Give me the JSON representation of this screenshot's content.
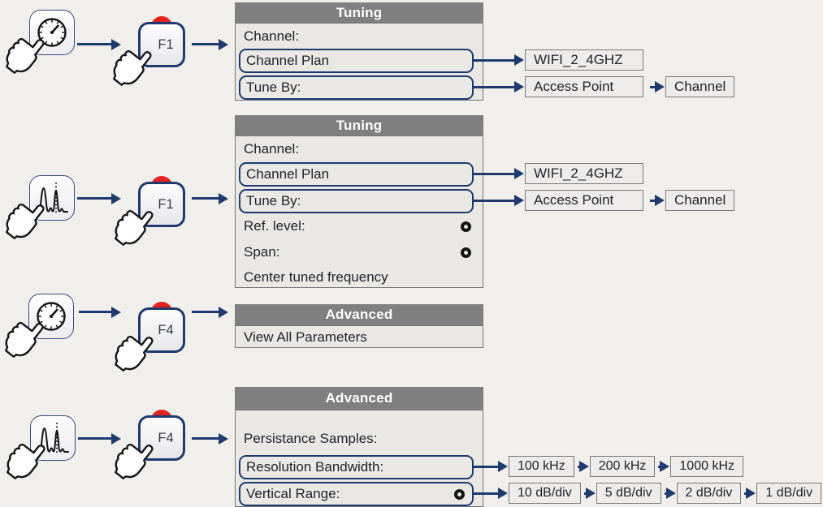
{
  "colors": {
    "accent_navy": "#1e3a6e",
    "key_indicator_red": "#e42320",
    "menu_header_gray": "#7f7f7f",
    "menu_body_gray": "#e9e8e5"
  },
  "flows": [
    {
      "device_icon": "gauge-icon",
      "key_label": "F1",
      "menu": {
        "title": "Tuning",
        "items": [
          "Channel:",
          "Channel Plan",
          "Tune By:"
        ]
      },
      "values": {
        "channel_plan": "WIFI_2_4GHZ",
        "tune_by": "Access Point",
        "tune_by_next": "Channel"
      }
    },
    {
      "device_icon": "spectrum-icon",
      "key_label": "F1",
      "menu": {
        "title": "Tuning",
        "items": [
          "Channel:",
          "Channel Plan",
          "Tune By:",
          "Ref. level:",
          "Span:",
          "Center tuned frequency"
        ]
      },
      "values": {
        "channel_plan": "WIFI_2_4GHZ",
        "tune_by": "Access Point",
        "tune_by_next": "Channel"
      }
    },
    {
      "device_icon": "gauge-icon",
      "key_label": "F4",
      "menu": {
        "title": "Advanced",
        "items": [
          "View All Parameters"
        ]
      }
    },
    {
      "device_icon": "spectrum-icon",
      "key_label": "F4",
      "menu": {
        "title": "Advanced",
        "items": [
          "Persistance Samples:",
          "Resolution Bandwidth:",
          "Vertical Range:"
        ]
      },
      "chains": {
        "resolution_bandwidth": [
          "100 kHz",
          "200 kHz",
          "1000 kHz"
        ],
        "vertical_range": [
          "10 dB/div",
          "5 dB/div",
          "2 dB/div",
          "1 dB/div"
        ]
      }
    }
  ]
}
